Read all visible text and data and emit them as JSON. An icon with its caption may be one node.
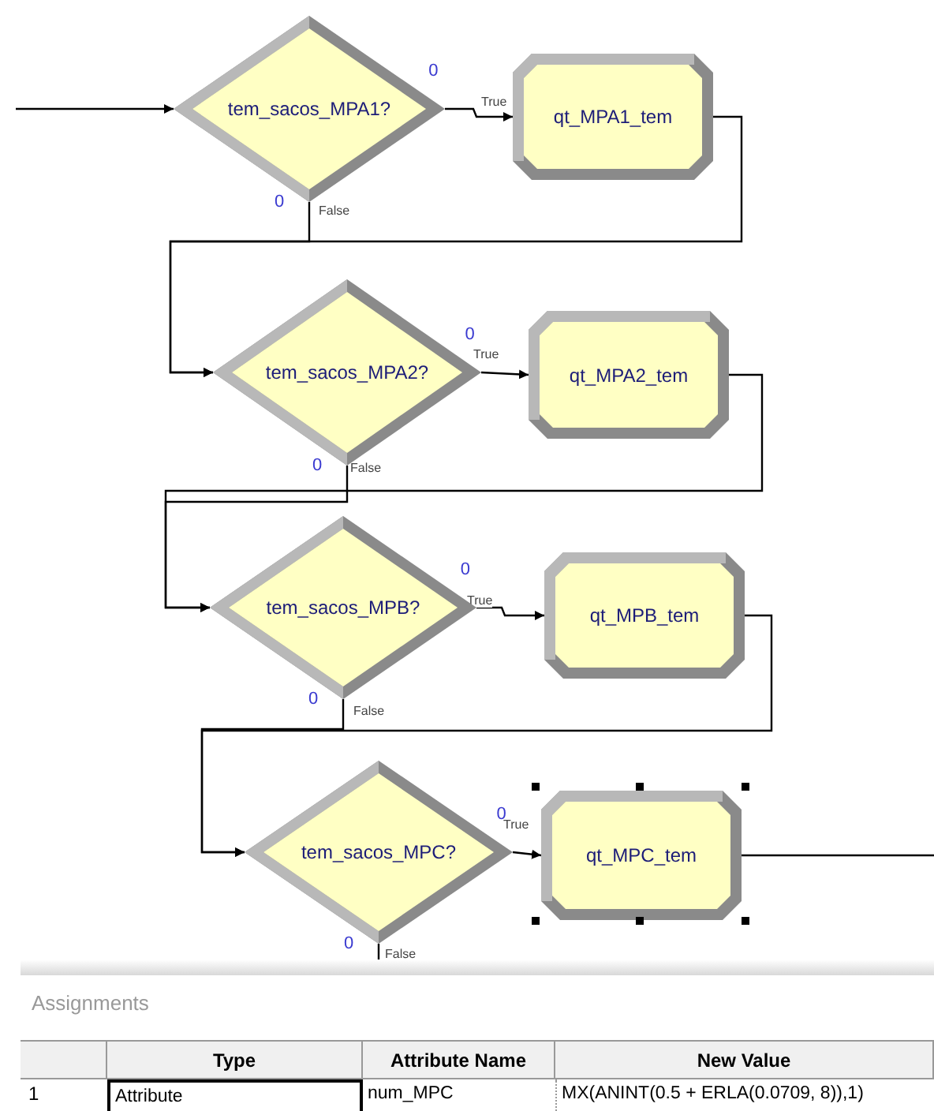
{
  "diagram": {
    "nodes": [
      {
        "text": [
          "tem_sacos_MPA1?"
        ],
        "beside": [
          "0",
          "0"
        ]
      },
      {
        "text": [
          "qt_MPA1_tem"
        ]
      },
      {
        "text": [
          "tem_sacos_MPA2?"
        ],
        "beside": [
          "0",
          "0"
        ]
      },
      {
        "text": [
          "qt_MPA2_tem"
        ]
      },
      {
        "text": [
          "tem_sacos_MPB?"
        ],
        "beside": [
          "0",
          "0"
        ]
      },
      {
        "text": [
          "qt_MPB_tem"
        ]
      },
      {
        "text": [
          "tem_sacos_MPC?"
        ],
        "beside": [
          "0",
          "0"
        ]
      },
      {
        "text": [
          "qt_MPC_tem"
        ]
      }
    ],
    "edges": [
      {
        "from": null,
        "to": 0,
        "arrow": "to"
      },
      {
        "from": 0,
        "to": 1,
        "arrow": "to",
        "label": "True"
      },
      {
        "from": 0,
        "to": 2,
        "arrow": "to",
        "label": "False"
      },
      {
        "from": 1,
        "to": 2,
        "arrow": "to"
      },
      {
        "from": 2,
        "to": 3,
        "arrow": "to",
        "label": "True"
      },
      {
        "from": 2,
        "to": 4,
        "arrow": "to",
        "label": "False"
      },
      {
        "from": 3,
        "to": 4,
        "arrow": "to"
      },
      {
        "from": 4,
        "to": 5,
        "arrow": "to",
        "label": "True"
      },
      {
        "from": 4,
        "to": 6,
        "arrow": "to",
        "label": "False"
      },
      {
        "from": 5,
        "to": 6,
        "arrow": "to"
      },
      {
        "from": 6,
        "to": 7,
        "arrow": "to",
        "label": "True"
      },
      {
        "from": 6,
        "to": null,
        "arrow": "to",
        "label": "False"
      },
      {
        "from": 7,
        "to": null,
        "arrow": "none"
      }
    ],
    "labels": [
      "Assignments",
      "Type",
      "Attribute Name",
      "New Value",
      "1",
      "Attribute",
      "num_MPC",
      "MX(ANINT(0.5 + ERLA(0.0709, 8)),1)"
    ]
  }
}
